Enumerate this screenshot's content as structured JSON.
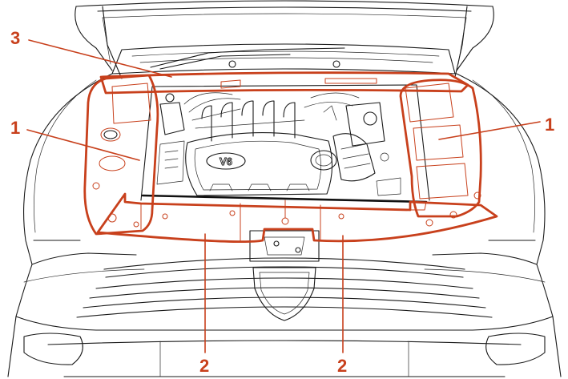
{
  "colors": {
    "highlight": "#c8401c",
    "line": "#1a1a1a",
    "background": "#ffffff"
  },
  "callouts": [
    {
      "id": "callout-3",
      "label": "3"
    },
    {
      "id": "callout-1-left",
      "label": "1"
    },
    {
      "id": "callout-1-right",
      "label": "1"
    },
    {
      "id": "callout-2-left",
      "label": "2"
    },
    {
      "id": "callout-2-right",
      "label": "2"
    }
  ],
  "engine_badge": "V6"
}
